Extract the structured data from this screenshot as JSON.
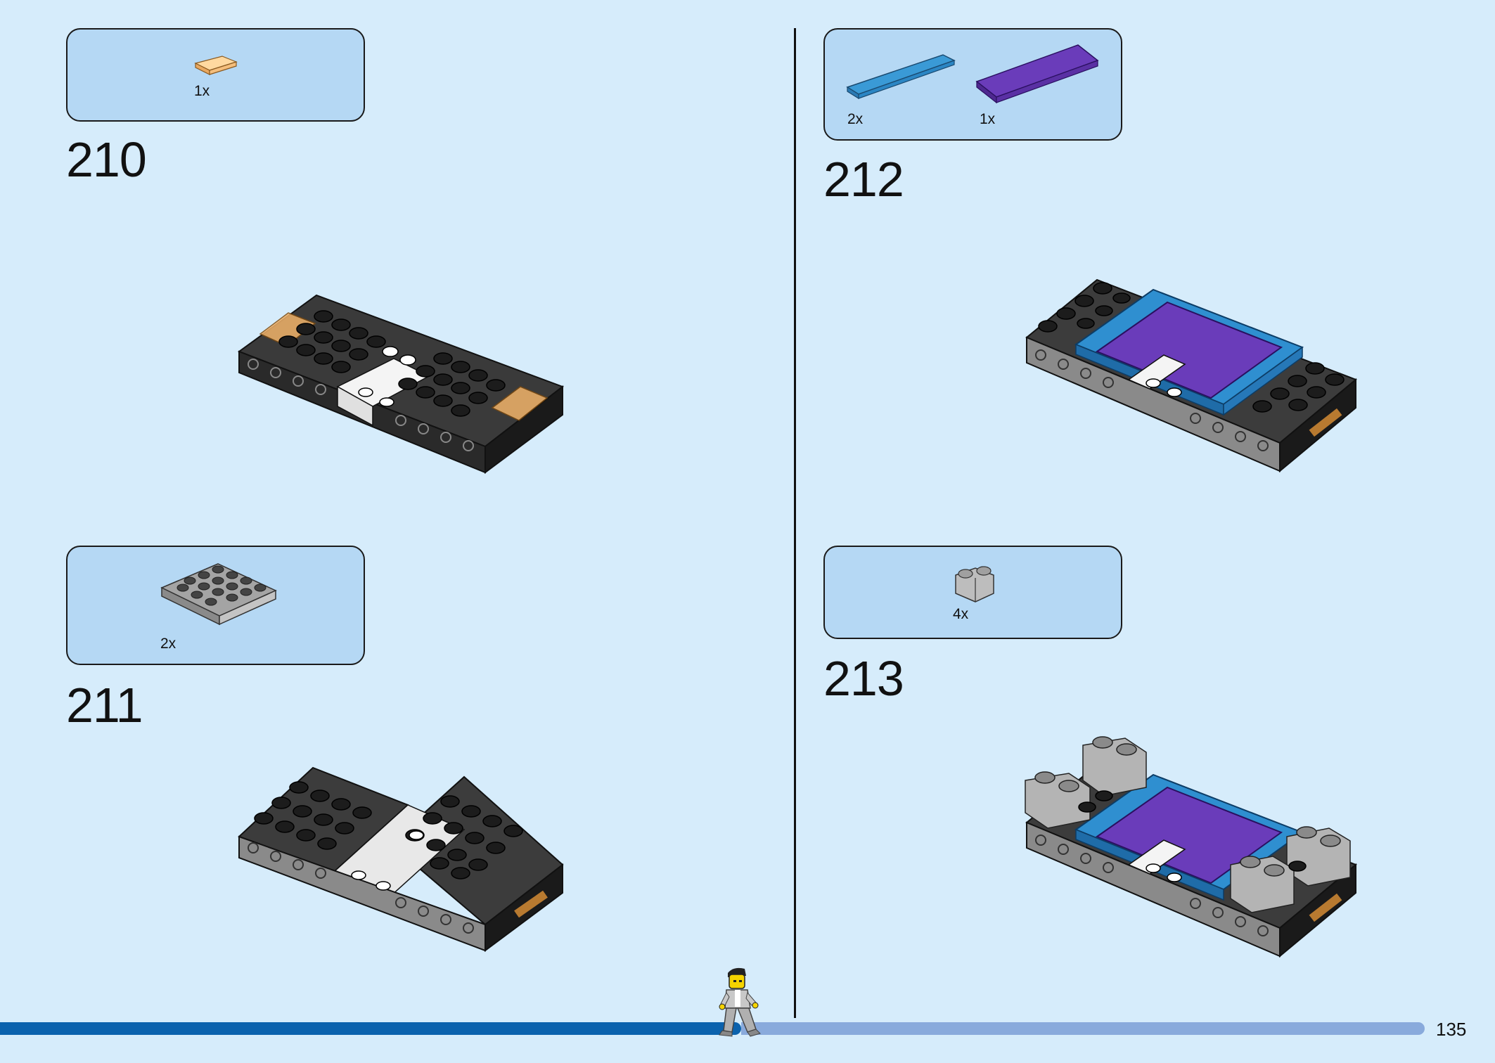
{
  "colors": {
    "background": "#d6ecfb",
    "parts_box": "#b5d8f4",
    "progress_done": "#0b62ad",
    "progress_todo": "#89aadc"
  },
  "steps": [
    {
      "number": "210",
      "parts": [
        {
          "name": "tile-1x2-trans-orange",
          "qty": "1x"
        }
      ]
    },
    {
      "number": "211",
      "parts": [
        {
          "name": "plate-4x4-gray",
          "qty": "2x"
        }
      ]
    },
    {
      "number": "212",
      "parts": [
        {
          "name": "tile-1x6-blue",
          "qty": "2x"
        },
        {
          "name": "tile-2x6-purple",
          "qty": "1x"
        }
      ]
    },
    {
      "number": "213",
      "parts": [
        {
          "name": "brick-round-corner-gray",
          "qty": "4x"
        }
      ]
    }
  ],
  "footer": {
    "page_number": "135",
    "progress": 0.52,
    "figure_icon": "minifigure-walking-icon"
  }
}
